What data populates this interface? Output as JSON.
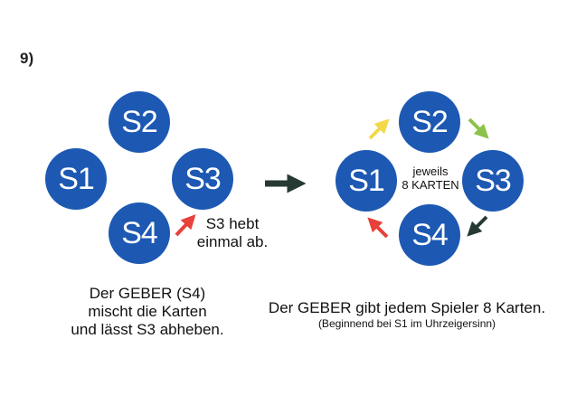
{
  "step_number": "9)",
  "left": {
    "players": [
      "S1",
      "S2",
      "S3",
      "S4"
    ],
    "cut_note": [
      "S3 hebt",
      "einmal ab."
    ],
    "caption": [
      "Der GEBER (S4)",
      "mischt die Karten",
      "und lässt S3 abheben."
    ]
  },
  "right": {
    "players": [
      "S1",
      "S2",
      "S3",
      "S4"
    ],
    "center_note": [
      "jeweils",
      "8 KARTEN"
    ],
    "caption": "Der GEBER gibt jedem Spieler 8 Karten.",
    "subcaption": "(Beginnend bei S1 im Uhrzeigersinn)"
  },
  "colors": {
    "circle": "#1d59b3",
    "arrow_yellow": "#f2d94a",
    "arrow_green": "#8dc24a",
    "arrow_dark": "#263a33",
    "arrow_red": "#e8403a"
  }
}
